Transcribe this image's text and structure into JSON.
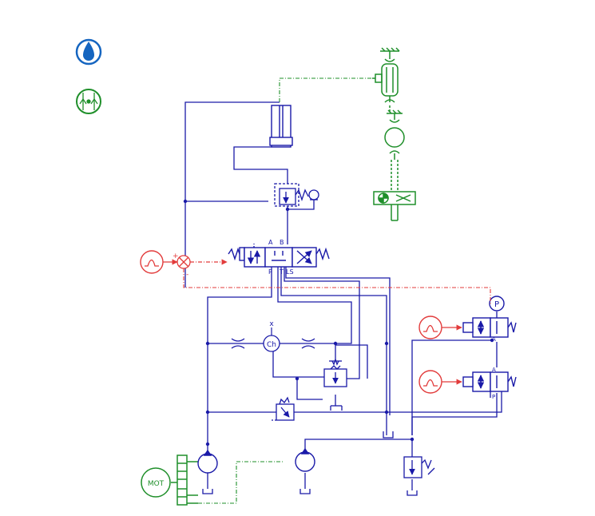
{
  "colors": {
    "hydraulic": "#1a1aa8",
    "mechanical": "#1f8f2a",
    "signal": "#e23b3b",
    "fluid_badge": "#1565c0"
  },
  "palette": {
    "fluid_icon": "fluid-drop-icon",
    "mechanical_icon": "mechanical-library-icon"
  },
  "labels": {
    "valve_port_a": "A",
    "valve_port_b": "B",
    "valve_port_p": "P",
    "valve_port_t": "T",
    "valve_port_ls": "LS",
    "sensor_p": "P",
    "dir_valve1_a": "A",
    "dir_valve1_p": "P",
    "dir_valve2_a": "A",
    "dir_valve2_p": "P",
    "motor": "MOT",
    "sum_plus": "+",
    "sum_minus": "-",
    "compensator": "Ch",
    "cross_mark": "x"
  }
}
